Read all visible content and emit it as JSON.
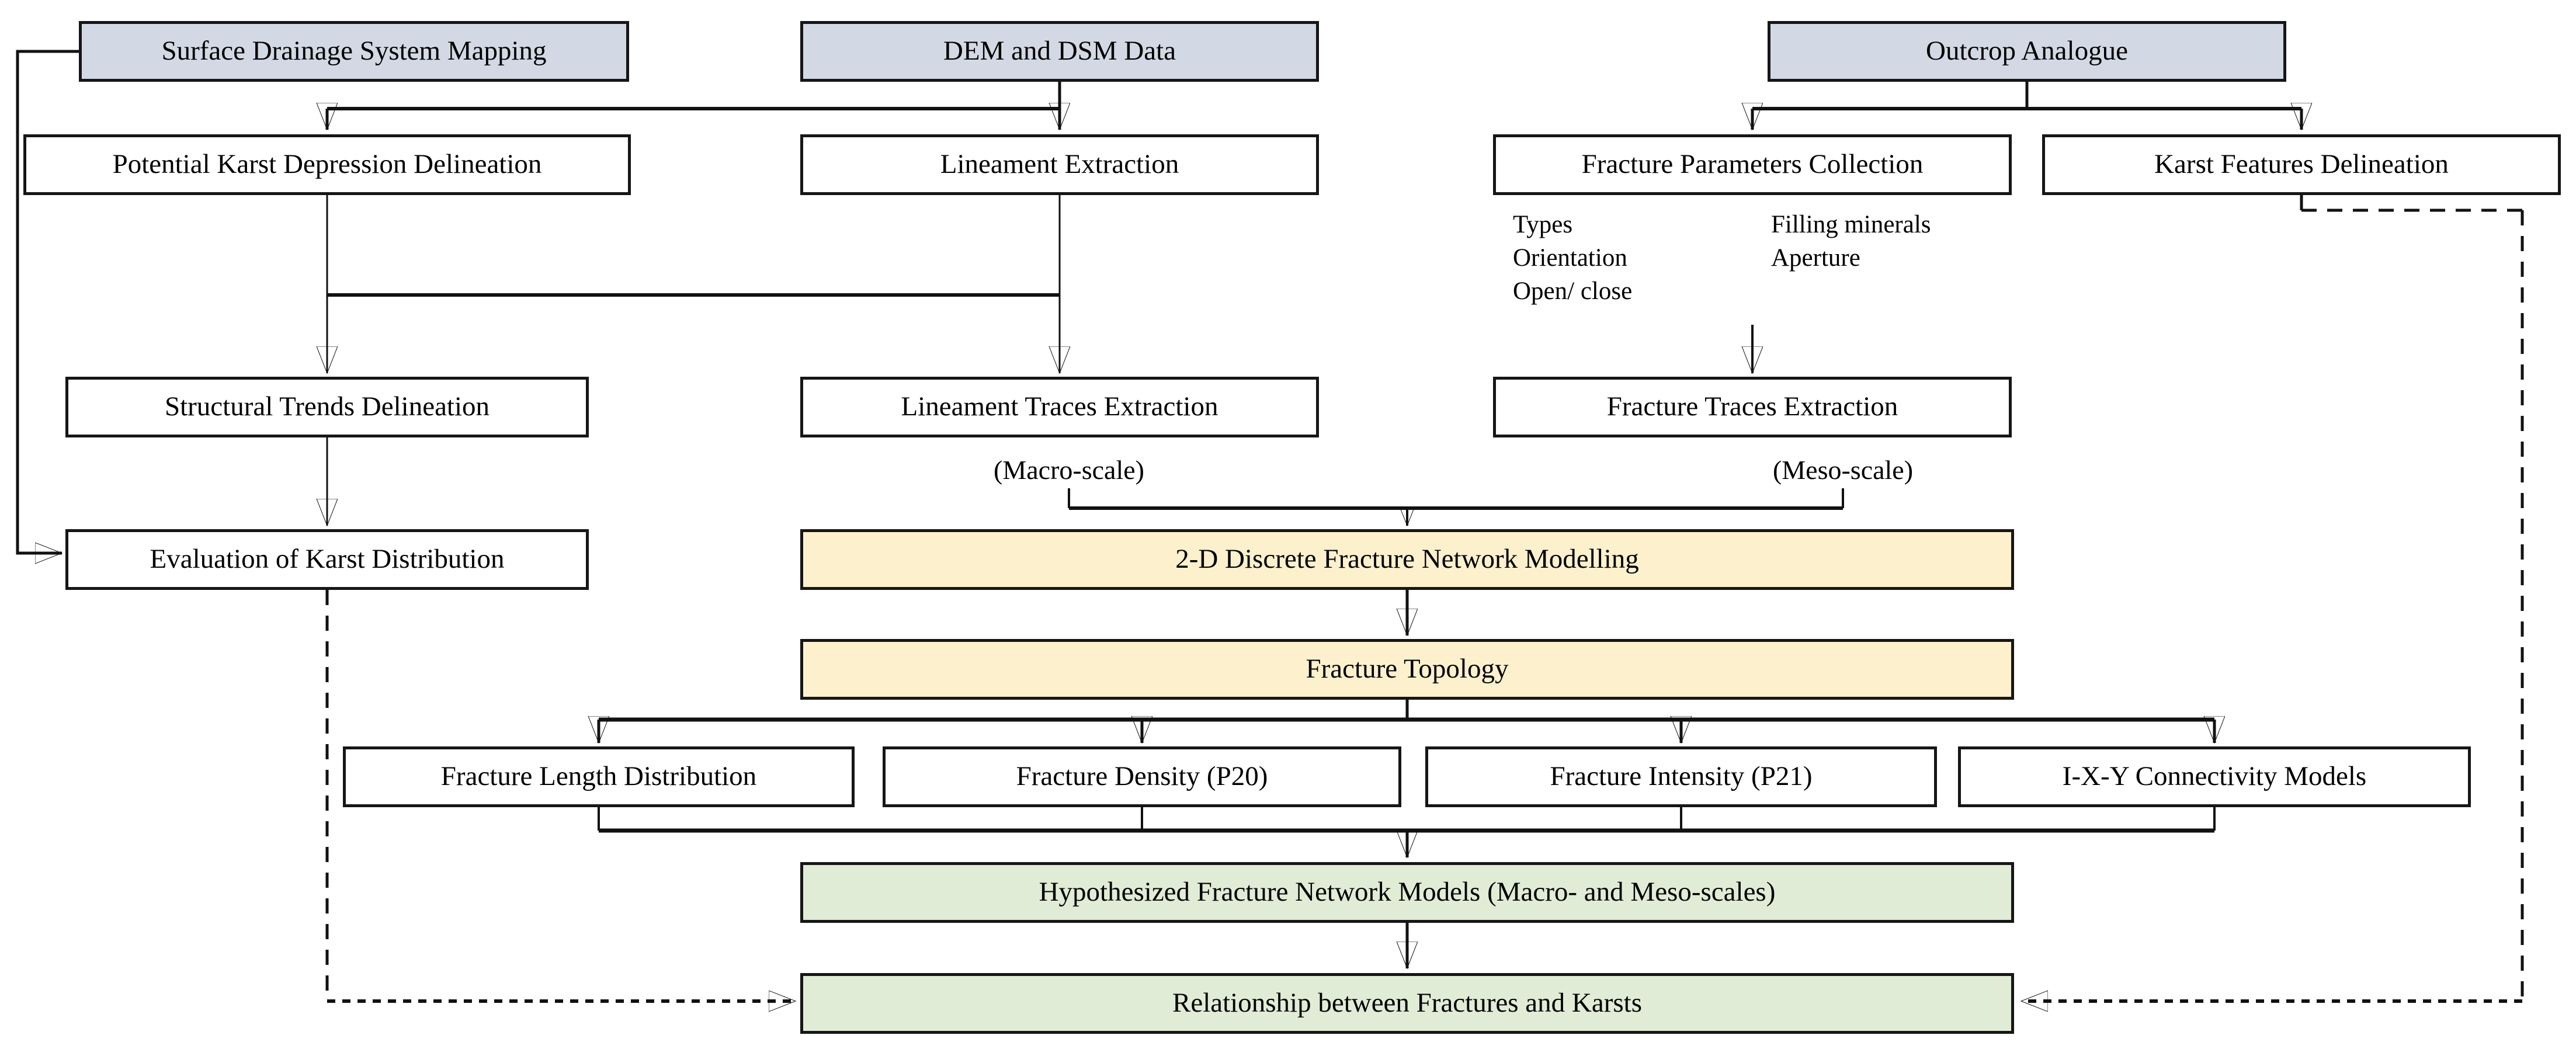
{
  "diagram": {
    "nodes": {
      "sdsm": {
        "label": "Surface Drainage System Mapping"
      },
      "dem": {
        "label": "DEM and DSM Data"
      },
      "outcrop": {
        "label": "Outcrop Analogue"
      },
      "potential": {
        "label": "Potential Karst Depression Delineation"
      },
      "lineament_extraction": {
        "label": "Lineament Extraction"
      },
      "fracture_params": {
        "label": "Fracture Parameters Collection"
      },
      "karst_features": {
        "label": "Karst Features Delineation"
      },
      "structural": {
        "label": "Structural Trends Delineation"
      },
      "lineament_traces": {
        "label": "Lineament Traces Extraction"
      },
      "fracture_traces": {
        "label": "Fracture Traces Extraction"
      },
      "evaluation": {
        "label": "Evaluation of Karst Distribution"
      },
      "dfn2d": {
        "label": "2-D Discrete Fracture Network Modelling"
      },
      "topology": {
        "label": "Fracture Topology"
      },
      "fld": {
        "label": "Fracture Length Distribution"
      },
      "fd": {
        "label": "Fracture Density (P20)"
      },
      "fi": {
        "label": "Fracture Intensity (P21)"
      },
      "ixy": {
        "label": "I-X-Y Connectivity Models"
      },
      "hyp": {
        "label": "Hypothesized Fracture Network Models (Macro- and Meso-scales)"
      },
      "rel": {
        "label": "Relationship between Fractures and Karsts"
      }
    },
    "annotations": {
      "scale_macro": "(Macro-scale)",
      "scale_meso": "(Meso-scale)",
      "fracture_parameters_col1": [
        "Types",
        "Orientation",
        "Open/ close"
      ],
      "fracture_parameters_col2": [
        "Filling minerals",
        "Aperture"
      ]
    },
    "colors": {
      "source_box": "#d3d9e4",
      "process_box": "#ffffff",
      "model_box": "#fdf1cd",
      "result_box": "#e0ecd6",
      "connector": "#111111"
    }
  }
}
